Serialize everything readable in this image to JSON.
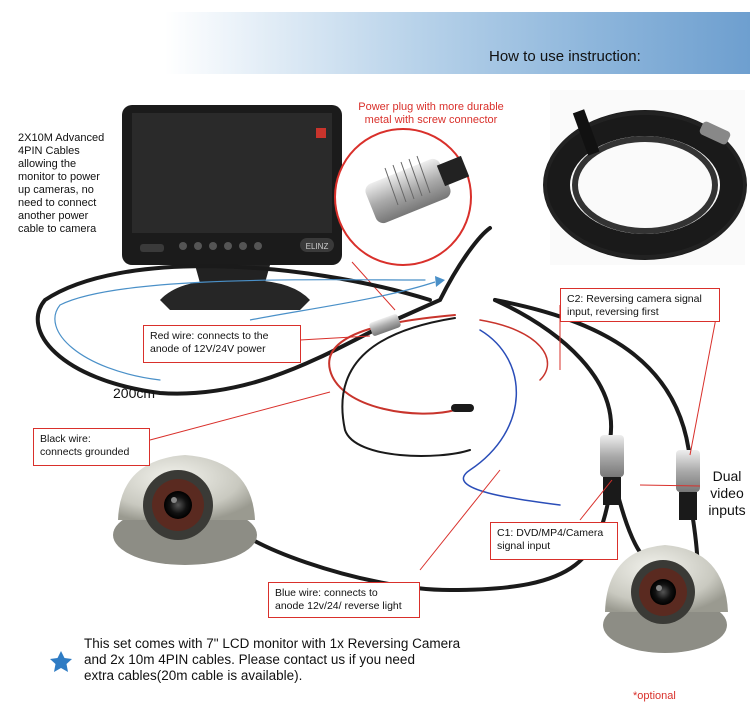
{
  "header": {
    "title": "How to use instruction:"
  },
  "labels": {
    "cables_info": [
      "2X10M Advanced",
      "4PIN Cables",
      "allowing the",
      "monitor to power",
      "up cameras, no",
      "need to connect",
      "another power",
      "cable to camera"
    ],
    "power_plug": [
      "Power plug with more durable",
      "metal with screw connector"
    ],
    "red_wire": [
      "Red wire: connects to the",
      "anode of 12V/24V power"
    ],
    "length": "200cm",
    "black_wire": [
      "Black wire:",
      "connects grounded"
    ],
    "c2": [
      "C2: Reversing camera signal",
      "input, reversing first"
    ],
    "c1": [
      "C1: DVD/MP4/Camera",
      "signal input"
    ],
    "blue_wire": [
      "Blue wire: connects to",
      "anode 12v/24/ reverse light"
    ],
    "dual_video": [
      "Dual",
      "video",
      "inputs"
    ],
    "optional": "*optional",
    "monitor_brand": "ELINZ"
  },
  "note": {
    "lines": [
      "This set comes with 7\" LCD monitor with 1x Reversing Camera",
      "and 2x 10m 4PIN cables. Please contact us if you need",
      "extra cables(20m cable is available)."
    ]
  },
  "colors": {
    "accent_red": "#d9302b",
    "star_blue": "#2f7cc4",
    "banner_blue": "#6e9fcf"
  }
}
